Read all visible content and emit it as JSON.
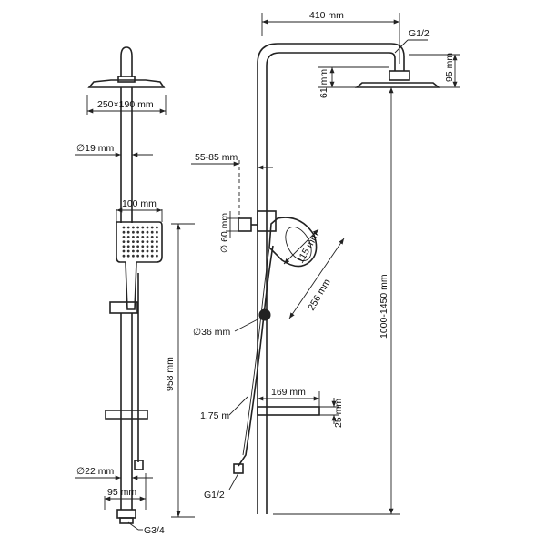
{
  "labels": {
    "arm_length": "410 mm",
    "thread_top": "G1/2",
    "head_height_95": "95 mm",
    "head_offset_61": "61 mm",
    "head_size": "250×190 mm",
    "pipe_diameter": "∅19 mm",
    "wall_distance": "55-85 mm",
    "hand_width": "100 mm",
    "holder_diameter": "∅ 60 mm",
    "hand_head_115": "115 mm",
    "hand_length_256": "256 mm",
    "slider_diameter": "∅36 mm",
    "total_height": "1000-1450 mm",
    "mixer_height": "958 mm",
    "shelf_width": "169 mm",
    "shelf_height": "25 mm",
    "hose_length": "1,75 m",
    "lower_diameter": "∅22 mm",
    "base_width": "95 mm",
    "thread_bottom_left": "G1/2",
    "thread_bottom": "G3/4"
  }
}
